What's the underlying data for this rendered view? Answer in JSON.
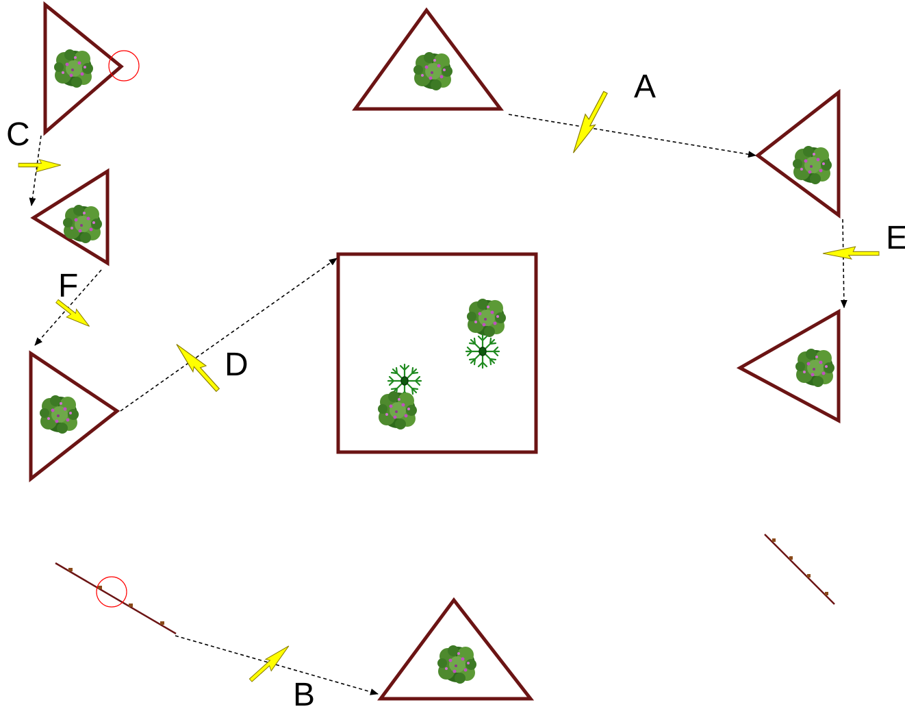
{
  "labels": {
    "a": "A",
    "b": "B",
    "c": "C",
    "d": "D",
    "e": "E",
    "f": "F"
  },
  "colors": {
    "shape_stroke": "#6b1414",
    "arrow": "#000000",
    "bolt_fill": "#ffff00",
    "selection_circle": "#ff0000",
    "shrub_dark": "#2f6b1c",
    "shrub_light": "#6fa84a",
    "shrub_flower": "#c050c0",
    "sprout": "#1f8a1f"
  },
  "icons": {
    "shrub": "shrub-icon",
    "sprout": "sprout-icon",
    "bolt": "lightning-icon",
    "fence": "fence-line-icon"
  }
}
